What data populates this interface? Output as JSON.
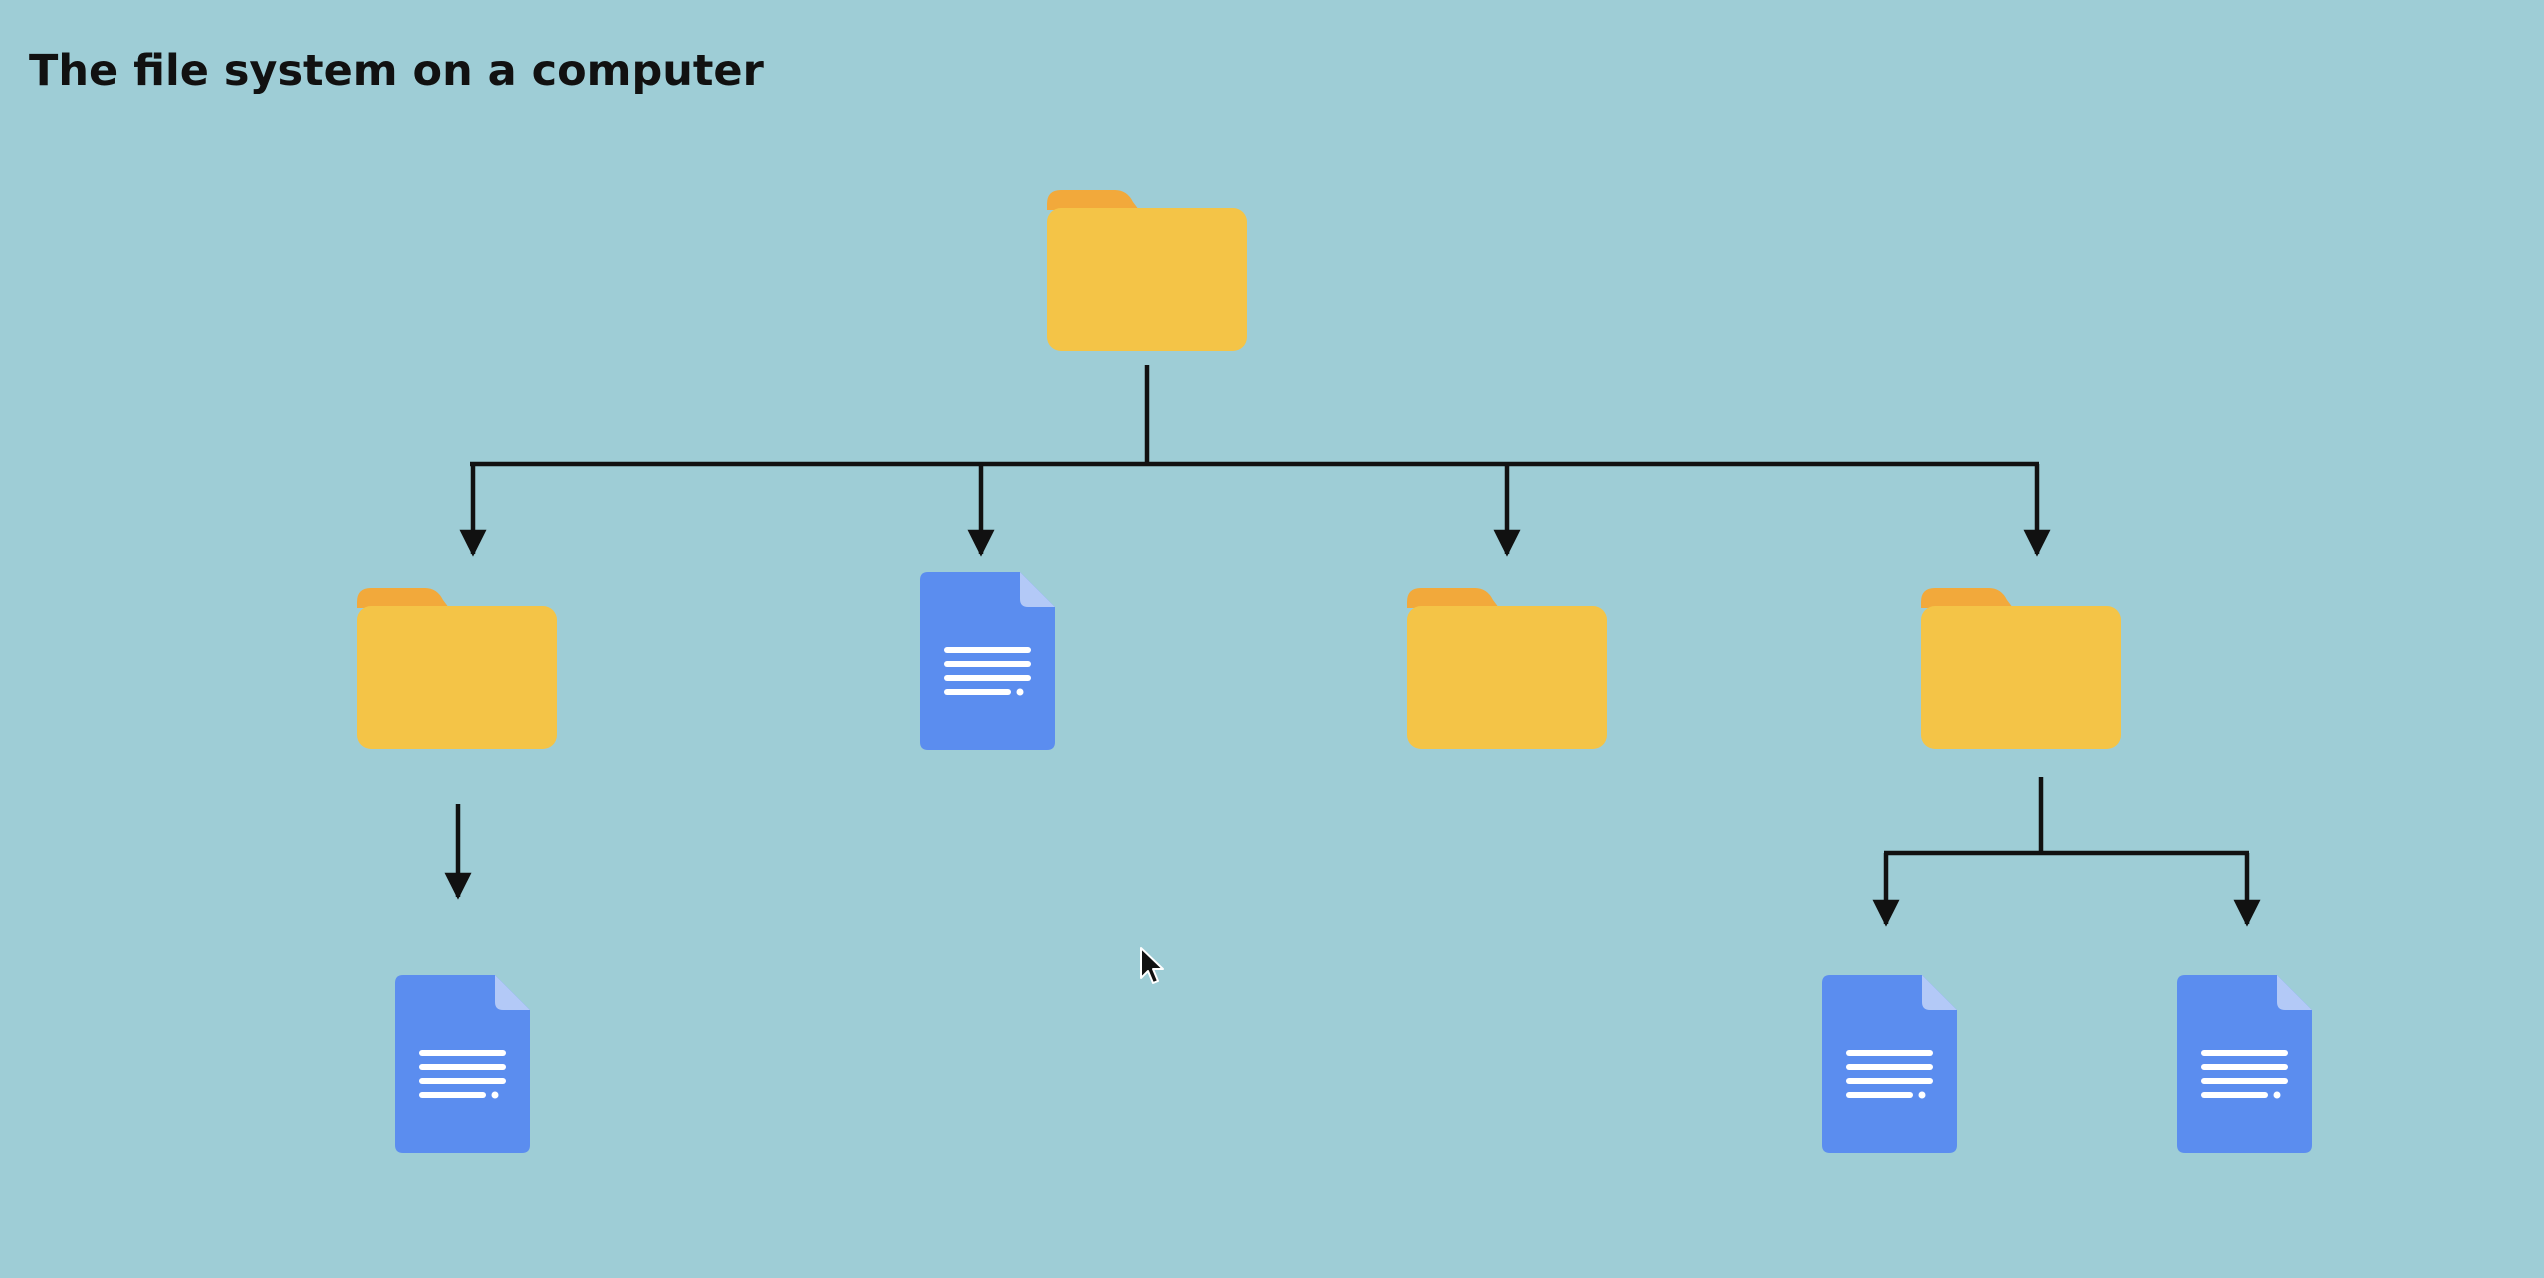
{
  "title": "The file system on a computer",
  "colors": {
    "background": "#9ecdd6",
    "folder_body": "#f4c447",
    "folder_tab": "#f2a93b",
    "document_body": "#5b8def",
    "document_fold": "#b3c9f7",
    "document_lines": "#ffffff",
    "connector": "#111111"
  },
  "tree": {
    "node": "folder",
    "children": [
      {
        "node": "folder",
        "children": [
          {
            "node": "document"
          }
        ]
      },
      {
        "node": "document"
      },
      {
        "node": "folder"
      },
      {
        "node": "folder",
        "children": [
          {
            "node": "document"
          },
          {
            "node": "document"
          }
        ]
      }
    ]
  },
  "icons": {
    "folder": "folder-icon",
    "document": "document-icon",
    "cursor": "mouse-pointer-icon"
  }
}
